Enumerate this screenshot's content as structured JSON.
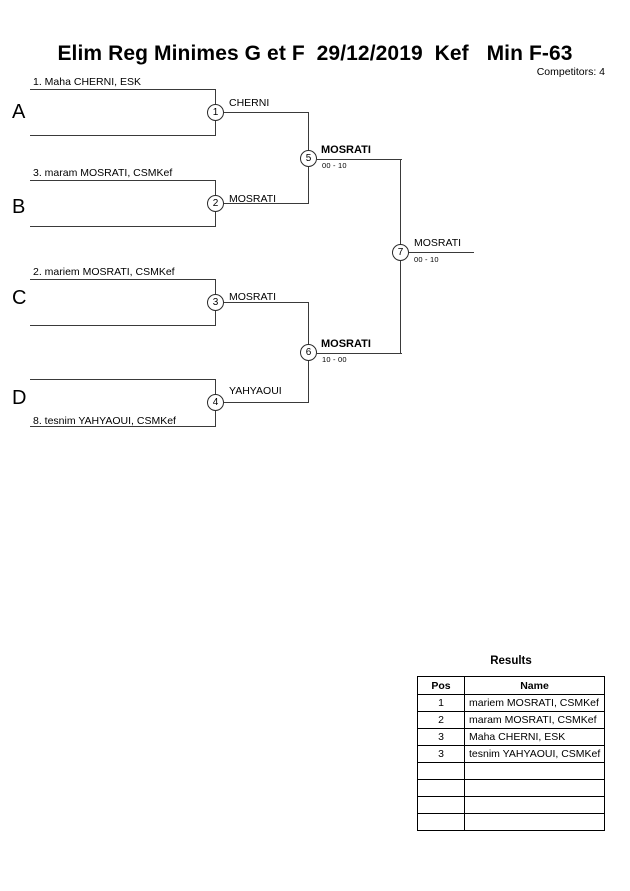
{
  "header": {
    "title": "Elim Reg Minimes G et F  29/12/2019  Kef   Min F-63",
    "competitors": "Competitors: 4"
  },
  "bracket": {
    "groups": [
      {
        "letter": "A",
        "entrant": "1. Maha CHERNI, ESK",
        "label_position": "top"
      },
      {
        "letter": "B",
        "entrant": "3. maram MOSRATI, CSMKef",
        "label_position": "top"
      },
      {
        "letter": "C",
        "entrant": "2. mariem MOSRATI, CSMKef",
        "label_position": "top"
      },
      {
        "letter": "D",
        "entrant": "8. tesnim YAHYAOUI, CSMKef",
        "label_position": "bottom"
      }
    ],
    "matches": [
      {
        "number": "1",
        "winner": "CHERNI",
        "score": "",
        "bold": false
      },
      {
        "number": "2",
        "winner": "MOSRATI",
        "score": "",
        "bold": false
      },
      {
        "number": "3",
        "winner": "MOSRATI",
        "score": "",
        "bold": false
      },
      {
        "number": "4",
        "winner": "YAHYAOUI",
        "score": "",
        "bold": false
      },
      {
        "number": "5",
        "winner": "MOSRATI",
        "score": "00 - 10",
        "bold": true
      },
      {
        "number": "6",
        "winner": "MOSRATI",
        "score": "10 - 00",
        "bold": true
      },
      {
        "number": "7",
        "winner": "MOSRATI",
        "score": "00 - 10",
        "bold": false
      }
    ]
  },
  "results": {
    "title": "Results",
    "columns": [
      "Pos",
      "Name"
    ],
    "rows": [
      {
        "pos": "1",
        "name": "mariem MOSRATI, CSMKef"
      },
      {
        "pos": "2",
        "name": "maram MOSRATI, CSMKef"
      },
      {
        "pos": "3",
        "name": "Maha CHERNI, ESK"
      },
      {
        "pos": "3",
        "name": "tesnim YAHYAOUI, CSMKef"
      },
      {
        "pos": "",
        "name": ""
      },
      {
        "pos": "",
        "name": ""
      },
      {
        "pos": "",
        "name": ""
      },
      {
        "pos": "",
        "name": ""
      }
    ]
  },
  "colors": {
    "line": "#3a3a3a",
    "text": "#000000",
    "background": "#ffffff"
  }
}
